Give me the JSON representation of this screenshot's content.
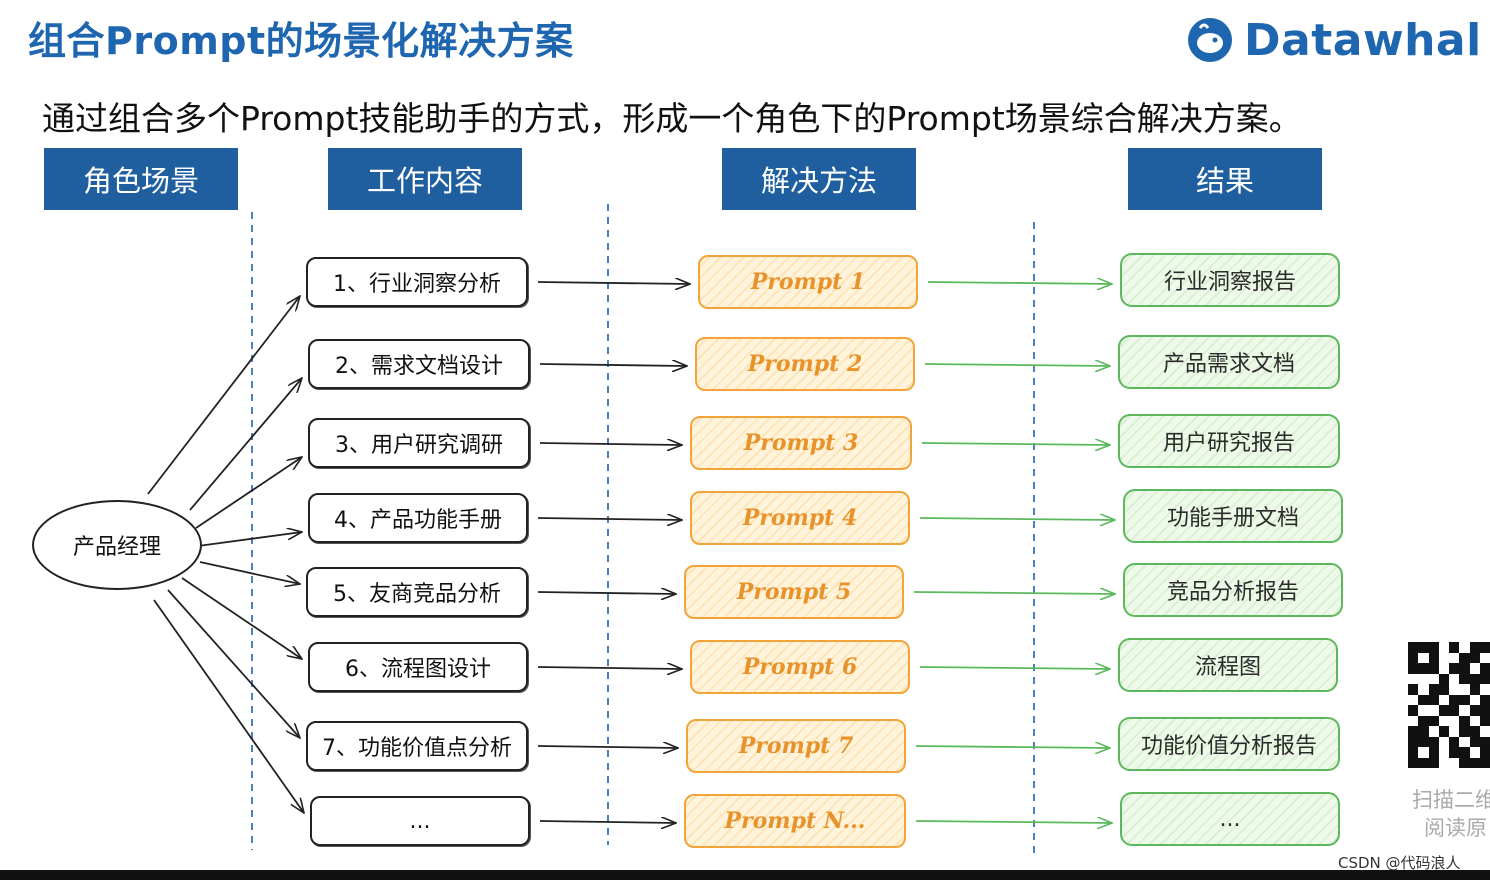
{
  "title": "组合Prompt的场景化解决方案",
  "subtitle": "通过组合多个Prompt技能助手的方式，形成一个角色下的Prompt场景综合解决方案。",
  "logo": {
    "text": "Datawhal",
    "icon": "whale-logo-icon"
  },
  "headers": {
    "role": "角色场景",
    "work": "工作内容",
    "method": "解决方法",
    "result": "结果"
  },
  "role": "产品经理",
  "tasks": [
    "1、行业洞察分析",
    "2、需求文档设计",
    "3、用户研究调研",
    "4、产品功能手册",
    "5、友商竞品分析",
    "6、流程图设计",
    "7、功能价值点分析",
    "..."
  ],
  "prompts": [
    "Prompt 1",
    "Prompt 2",
    "Prompt 3",
    "Prompt 4",
    "Prompt 5",
    "Prompt 6",
    "Prompt 7",
    "Prompt N..."
  ],
  "results": [
    "行业洞察报告",
    "产品需求文档",
    "用户研究报告",
    "功能手册文档",
    "竞品分析报告",
    "流程图",
    "功能价值分析报告",
    "..."
  ],
  "qr": {
    "line1": "扫描二维",
    "line2": "阅读原"
  },
  "watermark": "CSDN @代码浪人",
  "colors": {
    "header_bg": "#1f5f9f",
    "title": "#1f66b0",
    "prompt": "#f2a43b",
    "result": "#5cb85c",
    "dashed": "#4a7fc0"
  }
}
